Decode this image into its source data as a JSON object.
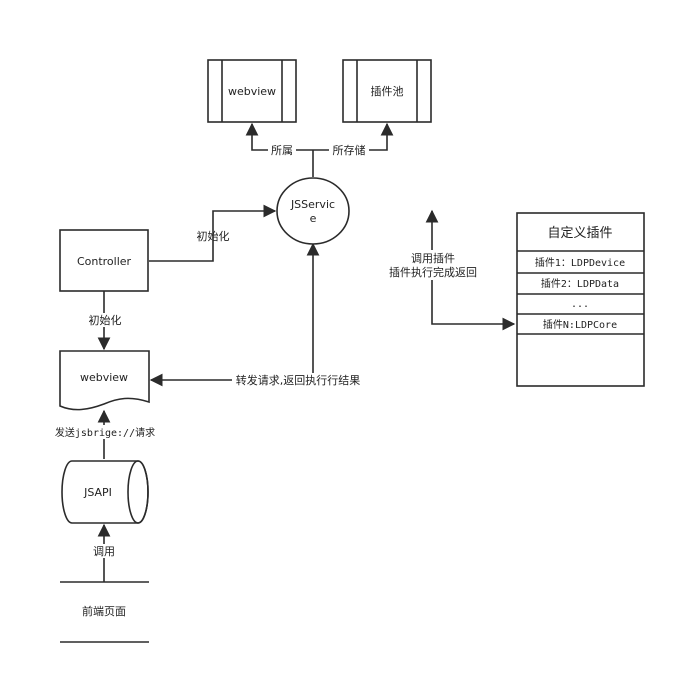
{
  "nodes": {
    "webview_top": "webview",
    "plugin_pool": "插件池",
    "jsservice_line1": "JSServic",
    "jsservice_line2": "e",
    "controller": "Controller",
    "webview_doc": "webview",
    "jsapi": "JSAPI",
    "frontend_page": "前端页面",
    "custom_plugins": {
      "title": "自定义插件",
      "items": [
        "插件1：LDPDevice",
        "插件2：LDPData",
        "...",
        "插件N:LDPCore"
      ]
    }
  },
  "edges": {
    "belongs": "所属",
    "stores": "所存储",
    "init_service": "初始化",
    "init_webview": "初始化",
    "call_plugin_1": "调用插件",
    "call_plugin_2": "插件执行完成返回",
    "forward": "转发请求,返回执行行结果",
    "send_request": "发送jsbrige://请求",
    "call": "调用"
  }
}
